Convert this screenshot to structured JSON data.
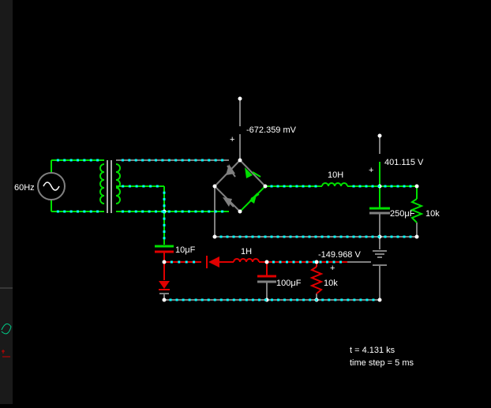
{
  "source": {
    "frequency_label": "60Hz"
  },
  "probes": {
    "bridge_voltage": "-672.359 mV",
    "output_voltage": "401.115 V",
    "negative_voltage": "-149.968 V",
    "plus": "+"
  },
  "components": {
    "inductor_main": "10H",
    "cap_main": "250μF",
    "res_main": "10k",
    "cap_neg": "10μF",
    "inductor_neg": "1H",
    "cap_neg_out": "100μF",
    "res_neg": "10k"
  },
  "status": {
    "time": "t = 4.131 ks",
    "time_step": "time step = 5 ms"
  },
  "colors": {
    "wire_current": "#00e000",
    "wire_neutral": "#808080",
    "wire_negative": "#e00000",
    "dots": "#00ffff",
    "node": "#ffffff"
  }
}
